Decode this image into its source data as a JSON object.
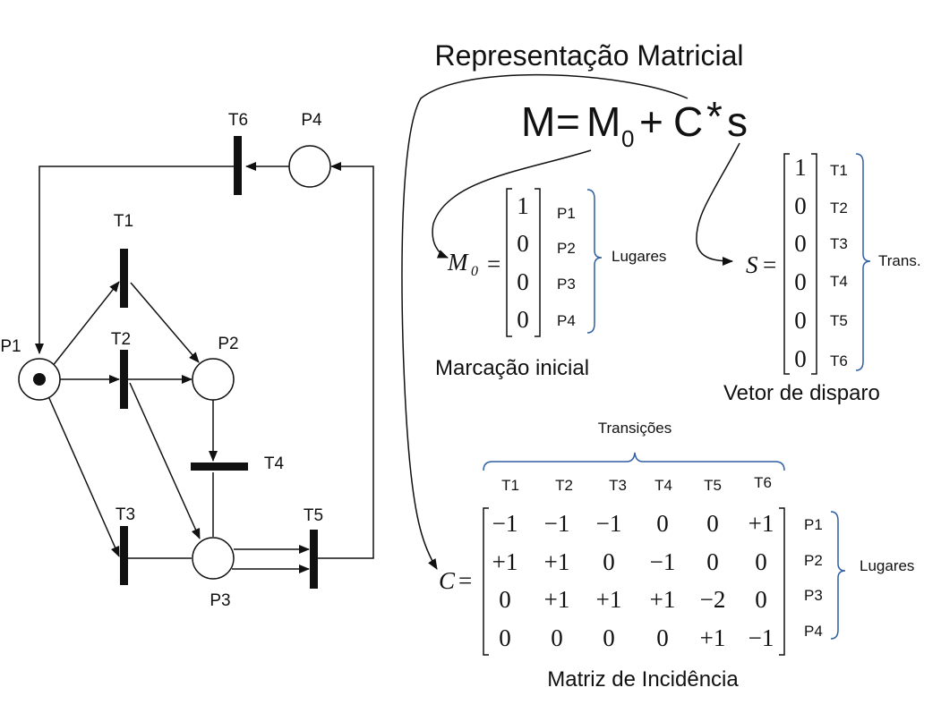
{
  "title": "Representação Matricial",
  "equation": {
    "M": "M",
    "eq": "=",
    "M0": "M",
    "sub0": "0",
    "plus": "+",
    "C": "C",
    "star": "*",
    "s": "s"
  },
  "petri_net": {
    "places": [
      "P1",
      "P2",
      "P3",
      "P4"
    ],
    "transitions": [
      "T1",
      "T2",
      "T3",
      "T4",
      "T5",
      "T6"
    ],
    "initial_token_place": "P1"
  },
  "m0": {
    "symbol": "M",
    "subscript": "0",
    "eq": "=",
    "values": [
      "1",
      "0",
      "0",
      "0"
    ],
    "row_labels": [
      "P1",
      "P2",
      "P3",
      "P4"
    ],
    "brace_label": "Lugares",
    "caption": "Marcação inicial"
  },
  "s_vector": {
    "symbol": "S",
    "eq": "=",
    "values": [
      "1",
      "0",
      "0",
      "0",
      "0",
      "0"
    ],
    "row_labels": [
      "T1",
      "T2",
      "T3",
      "T4",
      "T5",
      "T6"
    ],
    "brace_label": "Trans.",
    "caption": "Vetor de disparo"
  },
  "incidence": {
    "symbol": "C",
    "eq": "=",
    "top_label": "Transições",
    "col_labels": [
      "T1",
      "T2",
      "T3",
      "T4",
      "T5",
      "T6"
    ],
    "row_labels": [
      "P1",
      "P2",
      "P3",
      "P4"
    ],
    "rows": [
      [
        "−1",
        "−1",
        "−1",
        "0",
        "0",
        "+1"
      ],
      [
        "+1",
        "+1",
        "0",
        "−1",
        "0",
        "0"
      ],
      [
        "0",
        "+1",
        "+1",
        "+1",
        "−2",
        "0"
      ],
      [
        "0",
        "0",
        "0",
        "0",
        "+1",
        "−1"
      ]
    ],
    "brace_label": "Lugares",
    "caption": "Matriz de Incidência"
  }
}
